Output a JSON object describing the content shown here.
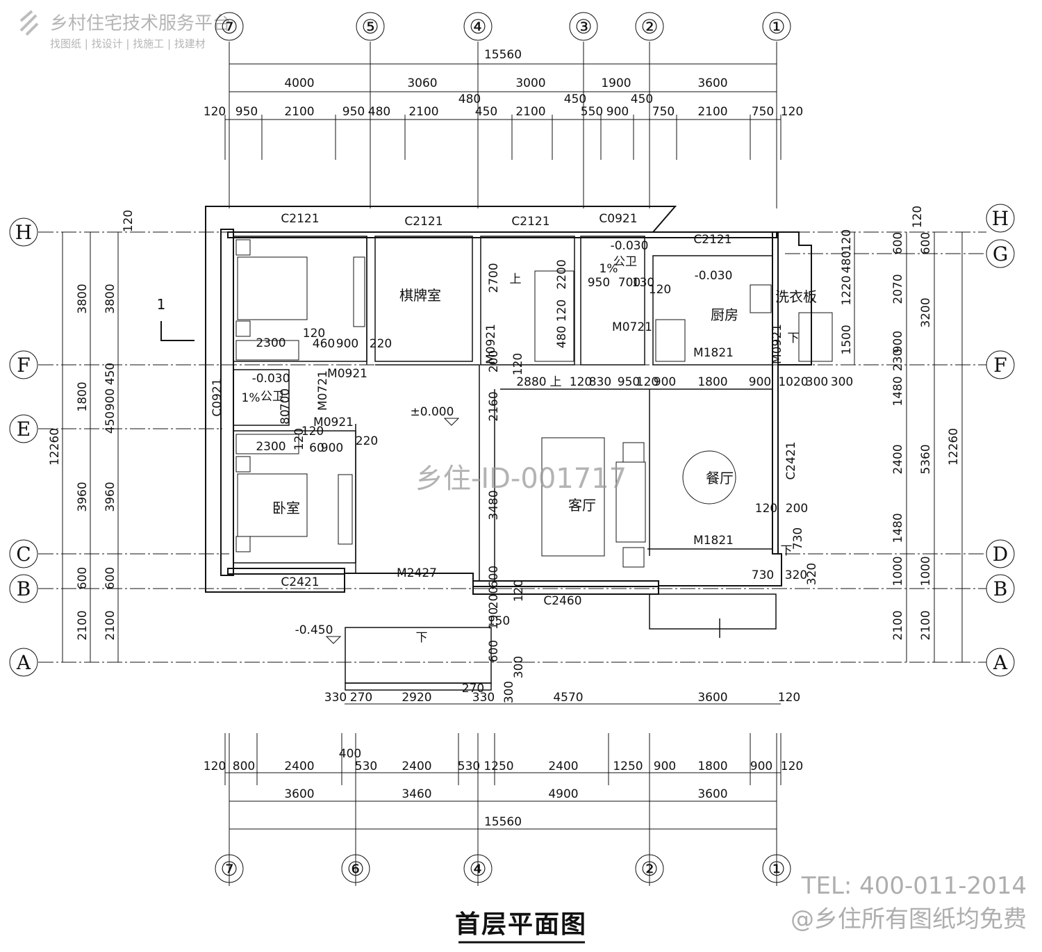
{
  "brand": {
    "name": "乡村住宅技术服务平台",
    "tagline": "找图纸 | 找设计 | 找施工 | 找建材"
  },
  "title": "首层平面图",
  "section_mark": "1",
  "watermark": "乡住-ID-001717",
  "contact": {
    "tel": "TEL: 400-011-2014",
    "free": "@乡住所有图纸均免费"
  },
  "axes": {
    "top": [
      "⑦",
      "⑤",
      "④",
      "③",
      "②",
      "①"
    ],
    "bottom": [
      "⑦",
      "⑥",
      "④",
      "②",
      "①"
    ],
    "left": [
      "H",
      "F",
      "E",
      "C",
      "B",
      "A"
    ],
    "right": [
      "H",
      "G",
      "F",
      "D",
      "B",
      "A"
    ]
  },
  "dims_top": {
    "overall": "15560",
    "axes_row": [
      "4000",
      "3060",
      "3000",
      "1900",
      "3600"
    ],
    "detail_row": [
      "120",
      "950",
      "2100",
      "950",
      "480",
      "2100",
      "450",
      "2100",
      "550",
      "900",
      "750",
      "2100",
      "750",
      "120"
    ],
    "extras": [
      "480",
      "450",
      "450"
    ]
  },
  "dims_bottom": {
    "overall": "15560",
    "axes_row": [
      "3600",
      "3460",
      "4900",
      "3600"
    ],
    "detail_row": [
      "120",
      "800",
      "2400",
      "530",
      "2400",
      "530",
      "1250",
      "2400",
      "1250",
      "900",
      "1800",
      "900",
      "120"
    ],
    "extra": "400",
    "porch_row": [
      "330",
      "270",
      "2920",
      "270",
      "330",
      "4570",
      "3600",
      "120"
    ]
  },
  "dims_left": {
    "overall": "12260",
    "axes_col": [
      "3800",
      "1800",
      "3960",
      "600",
      "2100"
    ],
    "detail_col": [
      "3800",
      "450",
      "900",
      "450",
      "3960",
      "600",
      "2100"
    ],
    "top": "120"
  },
  "dims_right": {
    "overall": "12260",
    "axes_col": [
      "600",
      "3200",
      "5360",
      "1000",
      "2100"
    ],
    "detail_col": [
      "600",
      "2070",
      "900",
      "230",
      "1480",
      "2400",
      "1480",
      "1000",
      "2100"
    ],
    "inner_col": [
      "120",
      "480",
      "1220",
      "1500"
    ],
    "top": "120"
  },
  "rooms": {
    "chess": "棋牌室",
    "kitchen": "厨房",
    "dining": "餐厅",
    "living": "客厅",
    "bedroom": "卧室",
    "wc1": "公卫",
    "wc2": "公卫",
    "laundry": "洗衣板"
  },
  "windows": {
    "c2121_a": "C2121",
    "c2121_b": "C2121",
    "c2121_c": "C2121",
    "c0921_a": "C0921",
    "c2121_d": "C2121",
    "c0921_b": "C0921",
    "c2421_a": "C2421",
    "c2421_b": "C2421",
    "c2460": "C2460"
  },
  "doors": {
    "m0921_a": "M0921",
    "m0921_b": "M0921",
    "m0721_a": "M0721",
    "m0721_b": "M0721",
    "m0921_c": "M0921",
    "m0921_d": "M0921",
    "m1821_a": "M1821",
    "m1821_b": "M1821",
    "m2427": "M2427"
  },
  "levels": {
    "main": "±0.000",
    "wc1": "-0.030",
    "wc2": "-0.030",
    "kitchen": "-0.030",
    "porch": "-0.450"
  },
  "slopes": [
    "1%",
    "1%"
  ],
  "inner_dims": {
    "wardrobe_a": "2300",
    "wardrobe_b": "2300",
    "d120a": "120",
    "d460": "460",
    "d900a": "900",
    "d220a": "220",
    "d120b": "120",
    "d900b": "900",
    "d220b": "220",
    "d80": "80",
    "d700a": "700",
    "d120c": "120",
    "d60": "60",
    "stair_2700": "2700",
    "stair_2200": "2200",
    "stair_120": "120",
    "stair_480": "480",
    "stair_120b": "120",
    "stair_200": "200",
    "d950": "950",
    "d700b": "700",
    "d130": "130",
    "d120d": "120",
    "row_2880": "2880",
    "row_120": "120",
    "row_830": "830",
    "row_950": "950",
    "row_120b": "120",
    "row_900": "900",
    "row_1800": "1800",
    "row_900b": "900",
    "row_1020": "1020",
    "row_300": "300",
    "row_300b": "300",
    "v2160": "2160",
    "v3480": "3480",
    "v600": "600",
    "v200": "200",
    "v120": "120",
    "p120": "120",
    "p200": "200",
    "p730a": "730",
    "p730b": "730",
    "p320a": "320",
    "p320b": "320",
    "s190": "190",
    "s150": "150",
    "s600": "600",
    "s300": "300",
    "s300b": "300",
    "up1": "上",
    "up2": "上",
    "down1": "下",
    "down2": "下",
    "down3": "下"
  }
}
